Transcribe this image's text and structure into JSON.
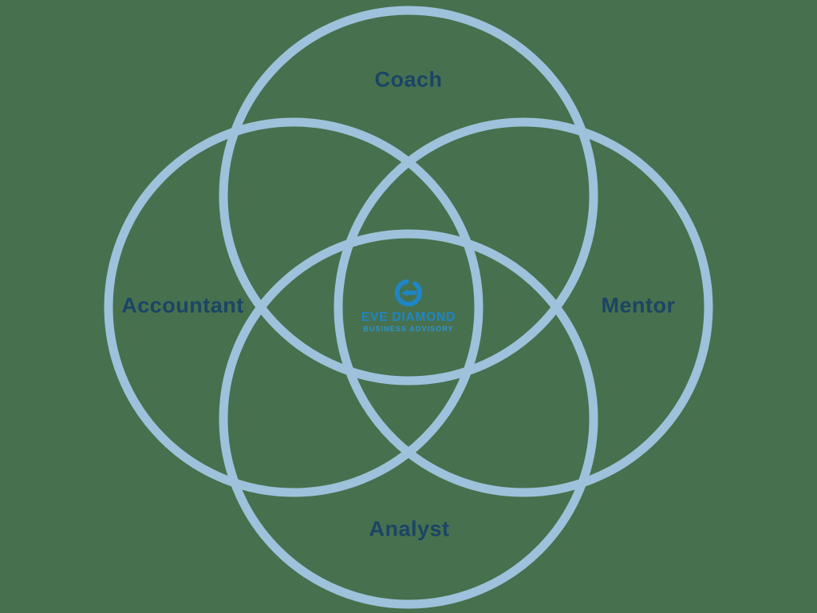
{
  "diagram": {
    "type": "venn-4-circle",
    "labels": {
      "top": "Coach",
      "left": "Accountant",
      "right": "Mentor",
      "bottom": "Analyst"
    },
    "center_logo": {
      "name": "EVE DIAMOND",
      "tagline": "BUSINESS ADVISORY",
      "icon": "eve-diamond-ring-monogram-icon"
    }
  },
  "colors": {
    "background": "#47704E",
    "ring_stroke": "#9EC2DB",
    "label_text": "#1A4565",
    "logo_blue": "#1E86C7",
    "logo_tagline_blue": "#2E93D3"
  }
}
